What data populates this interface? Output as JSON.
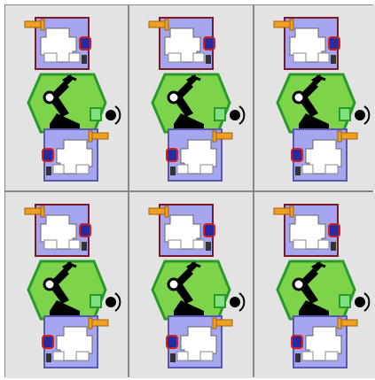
{
  "grid": {
    "rows": 2,
    "columns": 3,
    "cells": [
      {
        "id": "cell-1"
      },
      {
        "id": "cell-2"
      },
      {
        "id": "cell-3"
      },
      {
        "id": "cell-4"
      },
      {
        "id": "cell-5"
      },
      {
        "id": "cell-6"
      }
    ]
  },
  "module": {
    "components": [
      "top-machine",
      "robot-arm-hex",
      "bottom-machine",
      "sensor"
    ],
    "icons": [
      "machine-icon",
      "robot-arm-icon",
      "sensor-icon",
      "connector-icon"
    ]
  },
  "colors": {
    "cell_bg": "#e3e3e3",
    "divider": "#888888",
    "machine_fill": "#a5a5f0",
    "machine_border": "#7a1a2a",
    "hex_fill": "#7dd44a",
    "hex_border": "#2a9a2a",
    "connector_orange": "#f0a020",
    "connector_blue": "#2a2aa0",
    "connector_red": "#d02020",
    "arm": "#000000"
  }
}
